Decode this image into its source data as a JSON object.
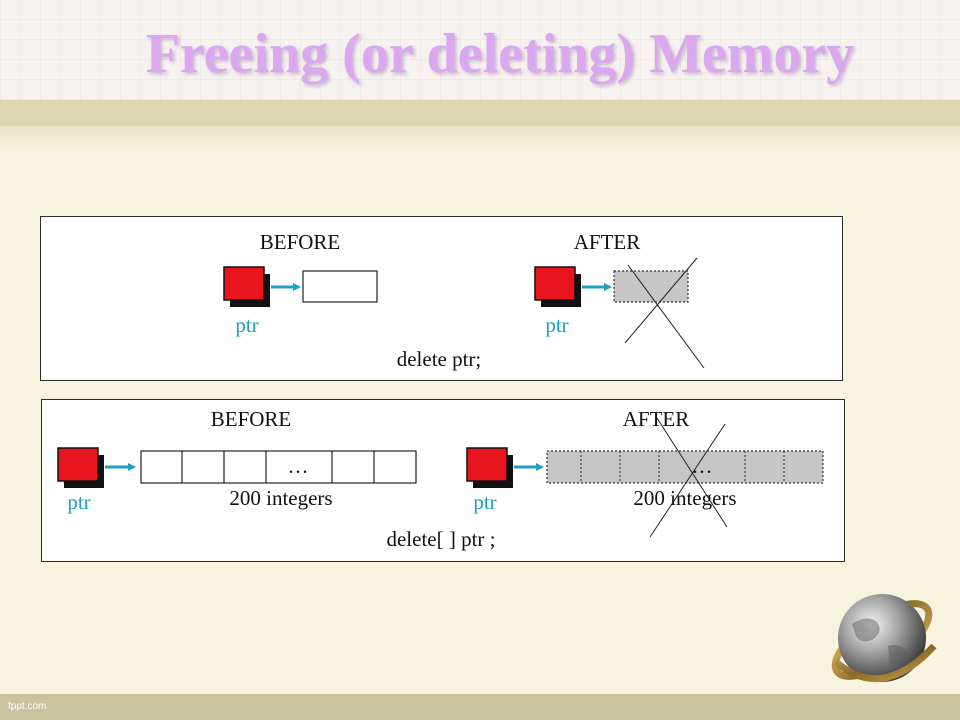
{
  "slide": {
    "title": "Freeing (or deleting) Memory",
    "footer": "fppt.com"
  },
  "panel_single": {
    "before_label": "BEFORE",
    "after_label": "AFTER",
    "pointer_label_before": "ptr",
    "pointer_label_after": "ptr",
    "statement": "delete ptr;"
  },
  "panel_array": {
    "before_label": "BEFORE",
    "after_label": "AFTER",
    "pointer_label_before": "ptr",
    "pointer_label_after": "ptr",
    "ellipsis_before": "…",
    "ellipsis_after": "…",
    "caption_before": "200 integers",
    "caption_after": "200 integers",
    "statement": "delete[ ]  ptr ;"
  },
  "colors": {
    "title": "#dba8f0",
    "pointer_box": "#e8141e",
    "arrow": "#1e9fc4",
    "freed_fill": "#c6c6c6"
  }
}
